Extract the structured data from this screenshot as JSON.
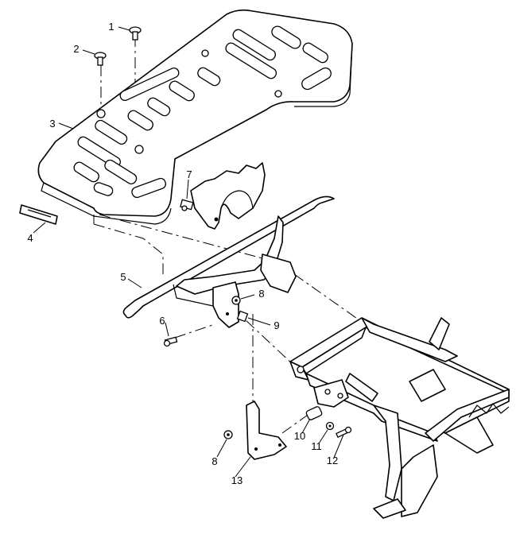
{
  "callouts": [
    {
      "id": "1",
      "label": "1"
    },
    {
      "id": "2",
      "label": "2"
    },
    {
      "id": "3",
      "label": "3"
    },
    {
      "id": "4",
      "label": "4"
    },
    {
      "id": "5",
      "label": "5"
    },
    {
      "id": "6",
      "label": "6"
    },
    {
      "id": "7",
      "label": "7"
    },
    {
      "id": "8a",
      "label": "8"
    },
    {
      "id": "9",
      "label": "9"
    },
    {
      "id": "8b",
      "label": "8"
    },
    {
      "id": "10",
      "label": "10"
    },
    {
      "id": "11",
      "label": "11"
    },
    {
      "id": "12",
      "label": "12"
    },
    {
      "id": "13",
      "label": "13"
    }
  ]
}
